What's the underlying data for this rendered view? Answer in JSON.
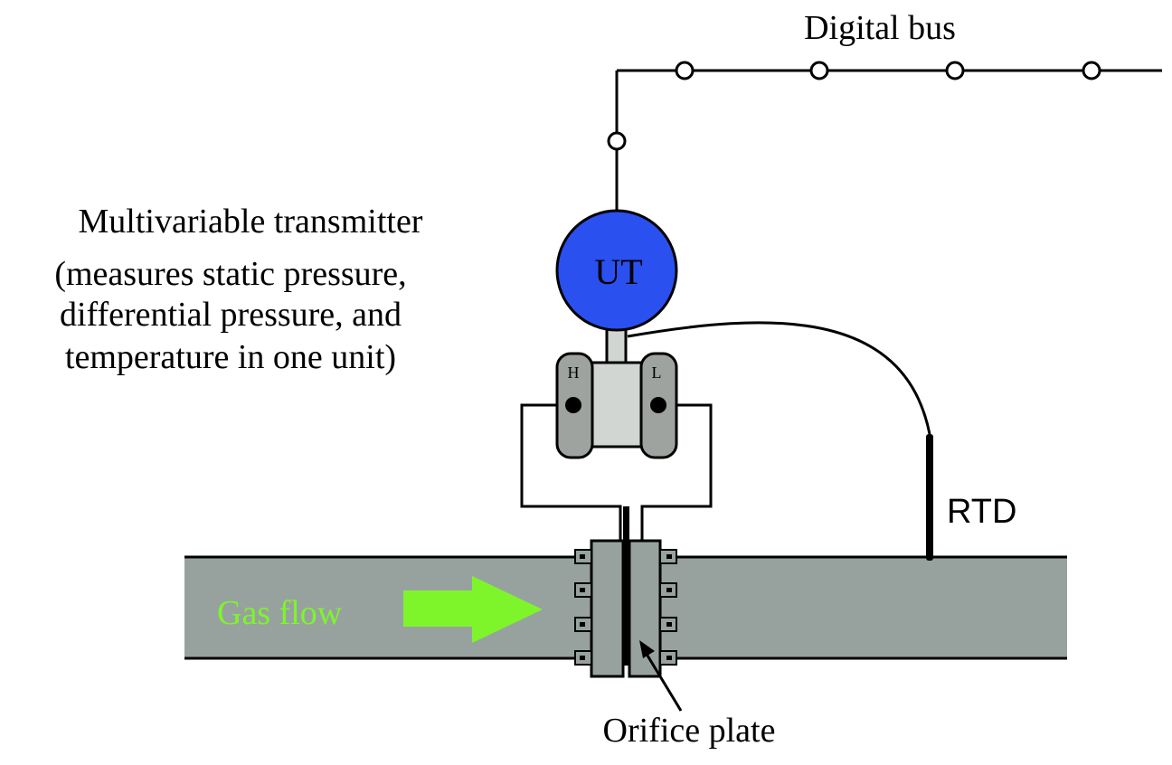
{
  "labels": {
    "digital_bus": "Digital bus",
    "transmitter_title": "Multivariable transmitter",
    "transmitter_desc_1": "(measures static pressure,",
    "transmitter_desc_2": "differential pressure, and",
    "transmitter_desc_3": "temperature in one unit)",
    "ut": "UT",
    "high_port": "H",
    "low_port": "L",
    "rtd": "RTD",
    "gas_flow": "Gas flow",
    "orifice_plate": "Orifice plate"
  },
  "colors": {
    "pipe": "#97a29f",
    "transmitter_head": "#2b50f0",
    "capsule": "#9ea3a0",
    "body": "#d2d6d3",
    "flow_arrow": "#7ef52b",
    "line": "#000000"
  }
}
